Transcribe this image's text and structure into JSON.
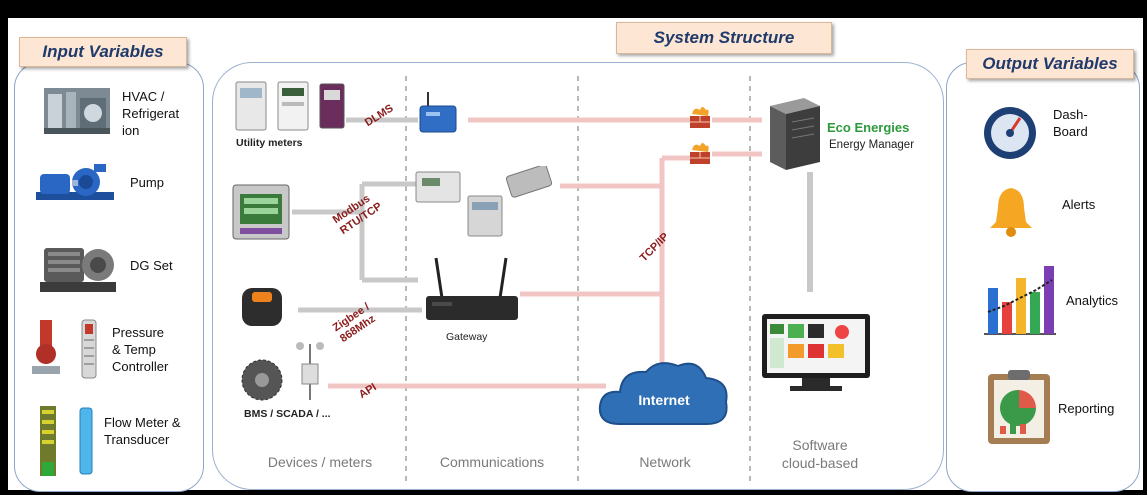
{
  "input_panel": {
    "title": "Input Variables",
    "items": [
      {
        "label_lines": [
          "HVAC /",
          "Refrigerat",
          "ion"
        ],
        "icon": "hvac-icon"
      },
      {
        "label_lines": [
          "Pump"
        ],
        "icon": "pump-icon"
      },
      {
        "label_lines": [
          "DG Set"
        ],
        "icon": "dg-set-icon"
      },
      {
        "label_lines": [
          "Pressure",
          "& Temp",
          "Controller"
        ],
        "icon": "pressure-temp-controller-icon"
      },
      {
        "label_lines": [
          "Flow Meter &",
          "Transducer"
        ],
        "icon": "flow-meter-icon"
      }
    ]
  },
  "system": {
    "title": "System Structure",
    "columns": [
      "Devices / meters",
      "Communications",
      "Network",
      "Software\ncloud-based"
    ],
    "column_software_lines": [
      "Software",
      "cloud-based"
    ],
    "devices": {
      "utility_meters": "Utility meters",
      "bms": "BMS / SCADA / ..."
    },
    "protocols": {
      "dlms": "DLMS",
      "modbus_lines": [
        "Modbus",
        "RTU/TCP"
      ],
      "zigbee_lines": [
        "Zigbee /",
        "868Mhz"
      ],
      "api": "API",
      "tcpip": "TCP/IP"
    },
    "gateway": "Gateway",
    "internet": "Internet",
    "brand": "Eco Energies",
    "manager": "Energy Manager",
    "colors": {
      "link": "#f2c5c5",
      "gray_link": "#c8c8c8",
      "cloud": "#2f6fb5",
      "brand": "#2e9a3e"
    }
  },
  "output_panel": {
    "title": "Output Variables",
    "items": [
      {
        "label_lines": [
          "Dash-",
          "Board"
        ],
        "icon": "dashboard-gauge-icon"
      },
      {
        "label_lines": [
          "Alerts"
        ],
        "icon": "bell-icon"
      },
      {
        "label_lines": [
          "Analytics"
        ],
        "icon": "analytics-chart-icon"
      },
      {
        "label_lines": [
          "Reporting"
        ],
        "icon": "clipboard-report-icon"
      }
    ]
  }
}
